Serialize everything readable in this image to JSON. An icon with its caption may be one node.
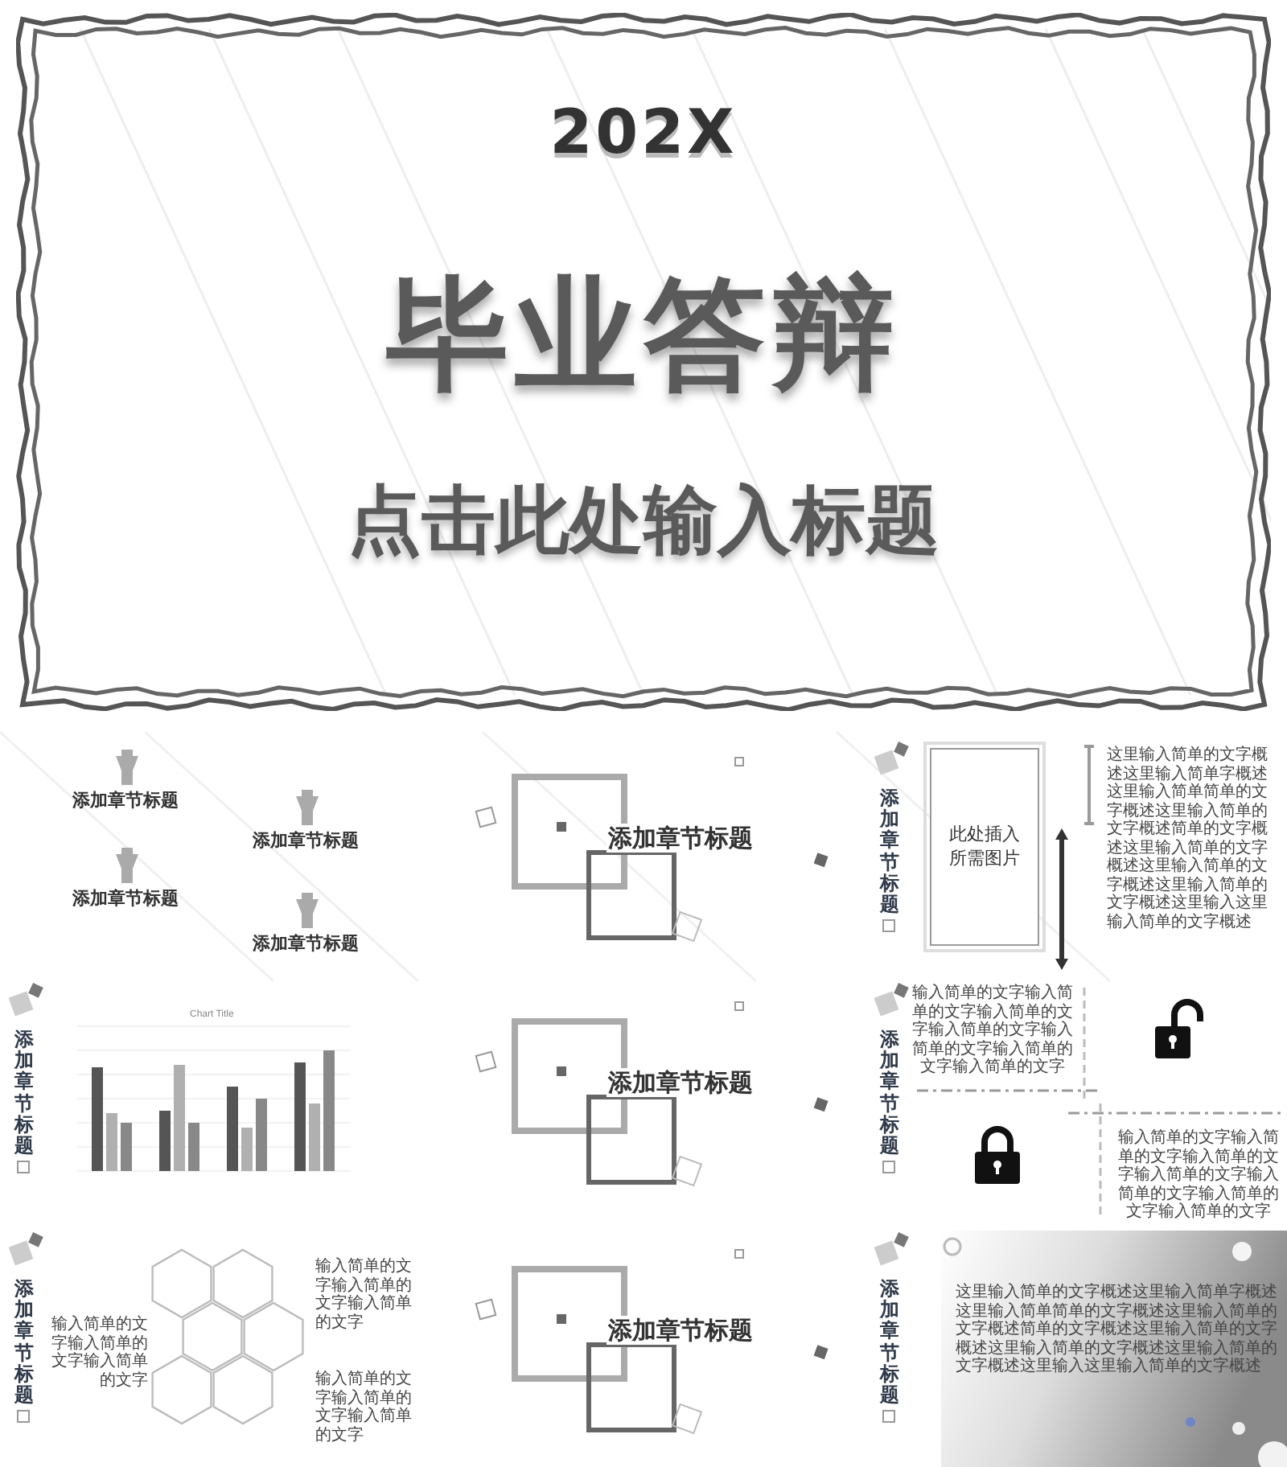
{
  "diagram": {
    "nodes": [
      {
        "text": [
          "202X",
          "毕业答辩",
          "点击此处输入标题"
        ]
      },
      {
        "text": [
          "添加章节标题"
        ]
      },
      {
        "text": [
          "添加章节标题"
        ]
      },
      {
        "text": [
          "添加章节标题"
        ]
      },
      {
        "text": [
          "添加章节标题"
        ]
      },
      {
        "text": [
          "此处插入所需图片"
        ]
      }
    ],
    "edges": [
      {
        "from": null,
        "to": 1,
        "arrow": "to"
      },
      {
        "from": null,
        "to": 2,
        "arrow": "to"
      },
      {
        "from": null,
        "to": 3,
        "arrow": "to"
      },
      {
        "from": null,
        "to": 4,
        "arrow": "to"
      }
    ],
    "labels": [
      "添加章节标题",
      "添加章节标题",
      "这里输入简单的文字概述这里输入简单字概述这里输入简单简单的文字概述这里输入简单的文字概述简单的文字概述这里输入简单的文字概述这里输入简单的文字概述这里输入简单的文字概述这里输入这里输入简单的文字概述",
      "添加章节标题",
      "Chart Title",
      "添加章节标题",
      "添加章节标题",
      "输入简单的文字输入简单的文字输入简单的文字输入简单的文字输入简单的文字输入简单的文字输入简单的文字",
      "输入简单的文字输入简单的文字输入简单的文字输入简单的文字输入简单的文字输入简单的文字输入简单的文字",
      "添加章节标题",
      "输入简单的文字输入简单的文字输入简单的文字",
      "输入简单的文字输入简单的文字输入简单的文字",
      "输入简单的文字输入简单的文字输入简单的文字",
      "添加章节标题",
      "添加章节标题",
      "这里输入简单的文字概述这里输入简单字概述这里输入简单简单的文字概述这里输入简单的文字概述简单的文字概述这里输入简单的文字概述这里输入简单的文字概述这里输入简单的文字概述这里输入这里输入简单的文字概述"
    ]
  }
}
